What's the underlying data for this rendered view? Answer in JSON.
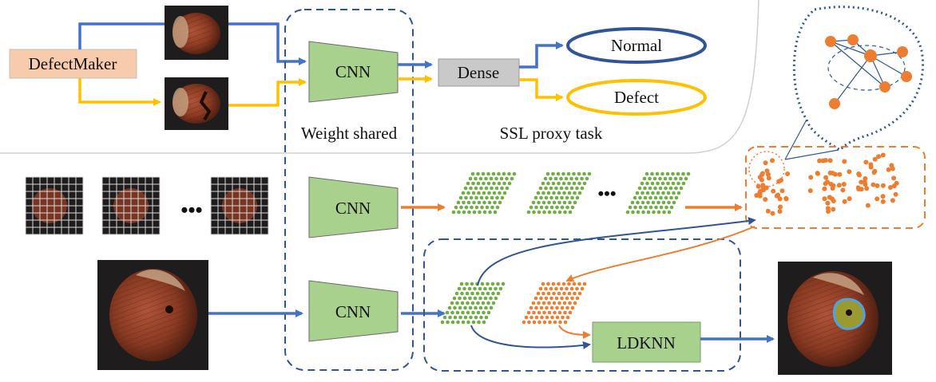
{
  "top": {
    "defectmaker_label": "DefectMaker",
    "cnn_label": "CNN",
    "dense_label": "Dense",
    "normal_label": "Normal",
    "defect_label": "Defect",
    "weight_shared_label": "Weight shared",
    "ssl_label": "SSL proxy task"
  },
  "bottom": {
    "cnn_mid_label": "CNN",
    "cnn_low_label": "CNN",
    "ellipsis_patches": "•••",
    "ellipsis_features": "•••",
    "ldknn_label": "LDKNN"
  },
  "colors": {
    "blue_arrow": "#4472c4",
    "yellow_arrow": "#ffc000",
    "orange": "#ed7d31",
    "dark_blue": "#2f5597",
    "green_box": "#a9d18e",
    "green_dot": "#70ad47",
    "defectmaker_fill": "#f8cbad",
    "dense_fill": "#c9c9c9"
  }
}
